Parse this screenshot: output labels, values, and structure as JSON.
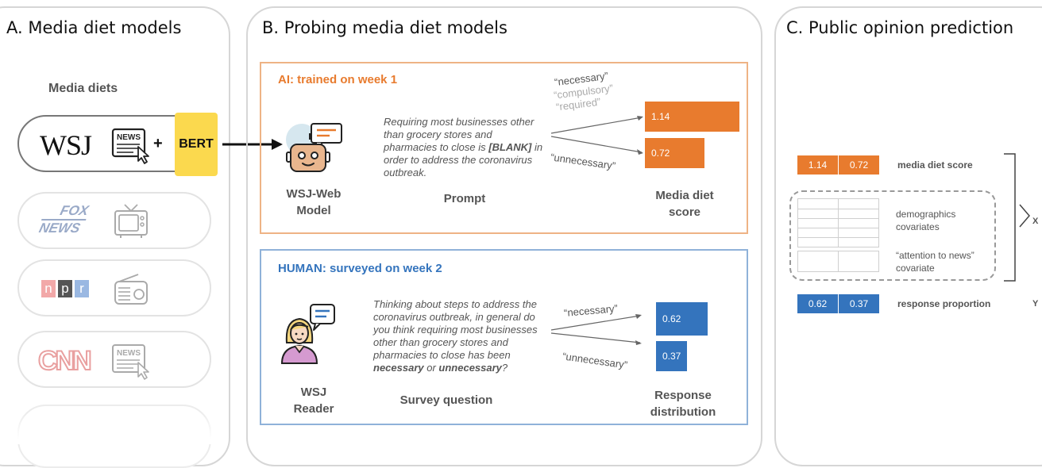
{
  "panels": {
    "a_title": "A. Media diet models",
    "b_title": "B. Probing media diet models",
    "c_title": "C. Public opinion prediction"
  },
  "panel_a": {
    "heading": "Media diets",
    "outlets": {
      "wsj": "WSJ",
      "news_badge": "NEWS",
      "fox_top": "FOX",
      "fox_bottom": "NEWS",
      "npr": [
        "n",
        "p",
        "r"
      ],
      "cnn": "CNN",
      "cnn_news_badge": "NEWS"
    },
    "plus": "+",
    "bert": "BERT"
  },
  "ai_box": {
    "title": "AI: trained on week 1",
    "model_label": "WSJ-Web\nModel",
    "prompt_text_before": "Requiring most businesses other than grocery stores and pharmacies to close is ",
    "prompt_blank": "[BLANK]",
    "prompt_text_after": " in order to address the coronavirus outbreak.",
    "prompt_label": "Prompt",
    "words_top": [
      "“necessary”",
      "“compulsory”",
      "“required”"
    ],
    "word_bottom": "“unnecessary”",
    "score_label": "Media diet\nscore",
    "bars": [
      1.14,
      0.72
    ]
  },
  "human_box": {
    "title": "HUMAN: surveyed on week 2",
    "reader_label": "WSJ\nReader",
    "question_before": "Thinking about steps to address the coronavirus outbreak, in general do you think requiring most businesses other than grocery stores and pharmacies to close has been ",
    "q_necessary": "necessary",
    "q_or": " or ",
    "q_unnecessary": "unnecessary",
    "q_end": "?",
    "question_label": "Survey question",
    "word_top": "“necessary”",
    "word_bottom": "“unnecessary”",
    "dist_label": "Response\ndistribution",
    "bars": [
      0.62,
      0.37
    ]
  },
  "panel_c": {
    "score_values": [
      "1.14",
      "0.72"
    ],
    "score_label": "media diet score",
    "demo_label": "demographics\ncovariates",
    "attention_label": "“attention to news”\ncovariate",
    "x_label": "X",
    "response_values": [
      "0.62",
      "0.37"
    ],
    "response_label": "response proportion",
    "y_label": "Y"
  },
  "colors": {
    "orange": "#e87b2e",
    "blue": "#3474bd",
    "bert_yellow": "#fbd94e",
    "panel_border": "#d6d6d6"
  }
}
